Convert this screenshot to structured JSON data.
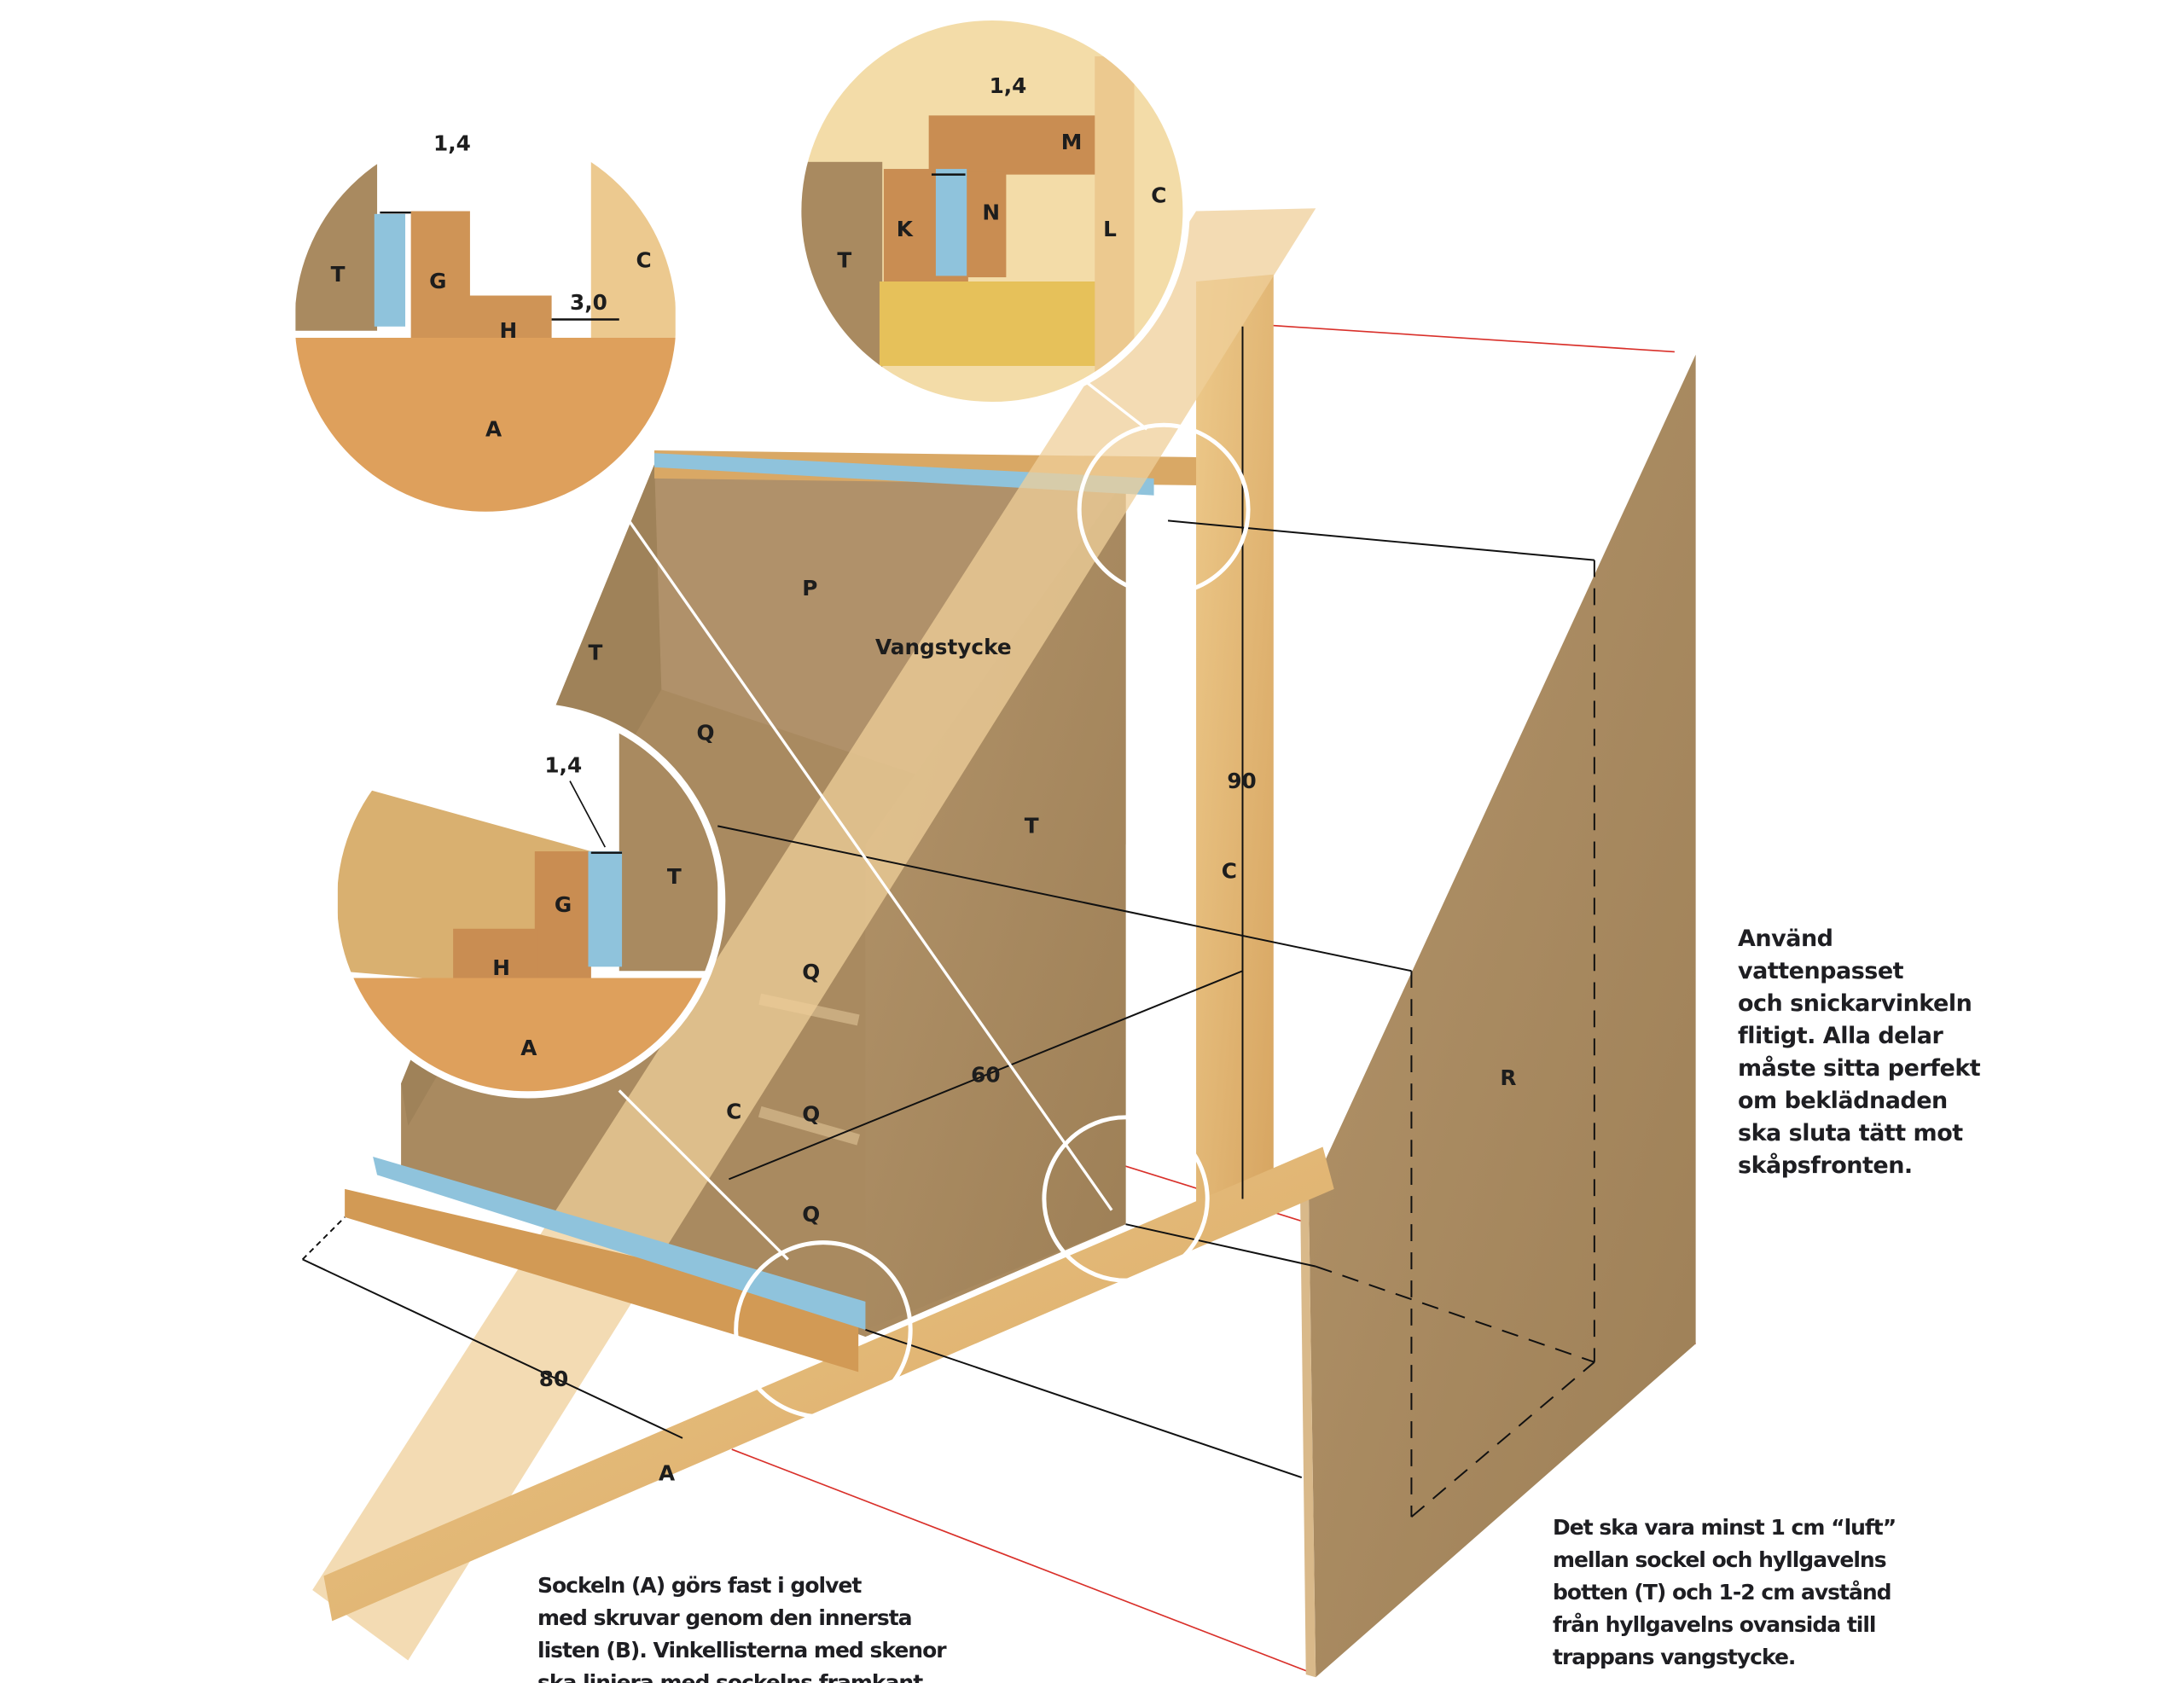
{
  "labels": {
    "tl_dim": "1,4",
    "tl_T": "T",
    "tl_G": "G",
    "tl_H": "H",
    "tl_C": "C",
    "tl_gap": "3,0",
    "tl_A": "A",
    "tr_dim": "1,4",
    "tr_M": "M",
    "tr_K": "K",
    "tr_N": "N",
    "tr_L": "L",
    "tr_C": "C",
    "tr_T": "T",
    "ml_dim": "1,4",
    "ml_G": "G",
    "ml_T": "T",
    "ml_H": "H",
    "ml_A": "A",
    "P": "P",
    "T1": "T",
    "Q1": "Q",
    "vangstycke": "Vangstycke",
    "T2": "T",
    "Q2": "Q",
    "Q3": "Q",
    "Q4": "Q",
    "C1": "C",
    "C2": "C",
    "R": "R",
    "A": "A",
    "dim90": "90",
    "dim60": "60",
    "dim80": "80"
  },
  "notes": {
    "right": [
      "Använd",
      "vattenpasset",
      "och snickarvinkeln",
      "flitigt. Alla delar",
      "måste sitta perfekt",
      "om beklädnaden",
      "ska sluta tätt mot",
      "skåpsfronten."
    ],
    "bottom_left": [
      "Sockeln (A) görs fast i golvet",
      "med skruvar genom den innersta",
      "listen (B). Vinkellisterna med skenor",
      "ska linjera med sockelns framkant."
    ],
    "bottom_right": [
      "Det ska vara minst 1 cm “luft”",
      "mellan sockel och hyllgavelns",
      "botten (T) och 1-2 cm avstånd",
      "från hyllgavelns ovansida till",
      "trappans vangstycke."
    ]
  },
  "colors": {
    "wood": "#e2b978",
    "mdf": "#a98a60",
    "rail": "#8fc3dc",
    "guide": "#d9302a"
  }
}
